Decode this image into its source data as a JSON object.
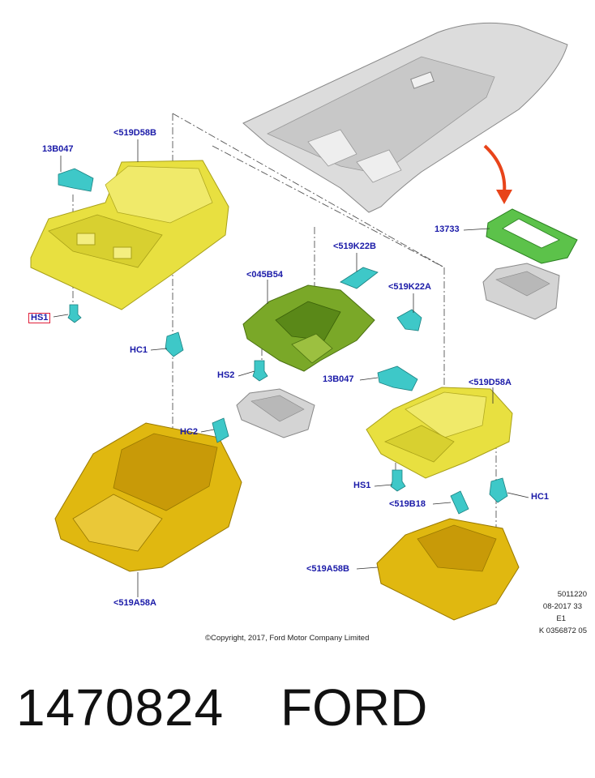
{
  "callouts": {
    "c519D58B_top": "<519D58B",
    "c13B047_left": "13B047",
    "hs1_left": "HS1",
    "hc1_left": "HC1",
    "hc2": "HC2",
    "c519A58A": "<519A58A",
    "c045B54": "<045B54",
    "c519K22B": "<519K22B",
    "c519K22A": "<519K22A",
    "hs2": "HS2",
    "c13733": "13733",
    "c13B047_right": "13B047",
    "c519D58A": "<519D58A",
    "hs1_right": "HS1",
    "c519B18": "<519B18",
    "hc1_right": "HC1",
    "c519A58B": "<519A58B"
  },
  "illustration_info": {
    "line1": "5011220",
    "line2": "08-2017 33",
    "line3": "E1",
    "line4": "K 0356872 05"
  },
  "copyright": "©Copyright, 2017, Ford Motor Company Limited",
  "part_number": "1470824",
  "brand": "FORD",
  "colors": {
    "callout_text": "#1a1aa8",
    "highlight_box": "#e0203a",
    "yellow_part": "#e8e040",
    "gold_part": "#e0b810",
    "green_part": "#7aa828",
    "bright_green": "#5cc24a",
    "cyan_clip": "#3ec8c8",
    "gray_part": "#d4d4d4",
    "arrow": "#e8441a"
  }
}
